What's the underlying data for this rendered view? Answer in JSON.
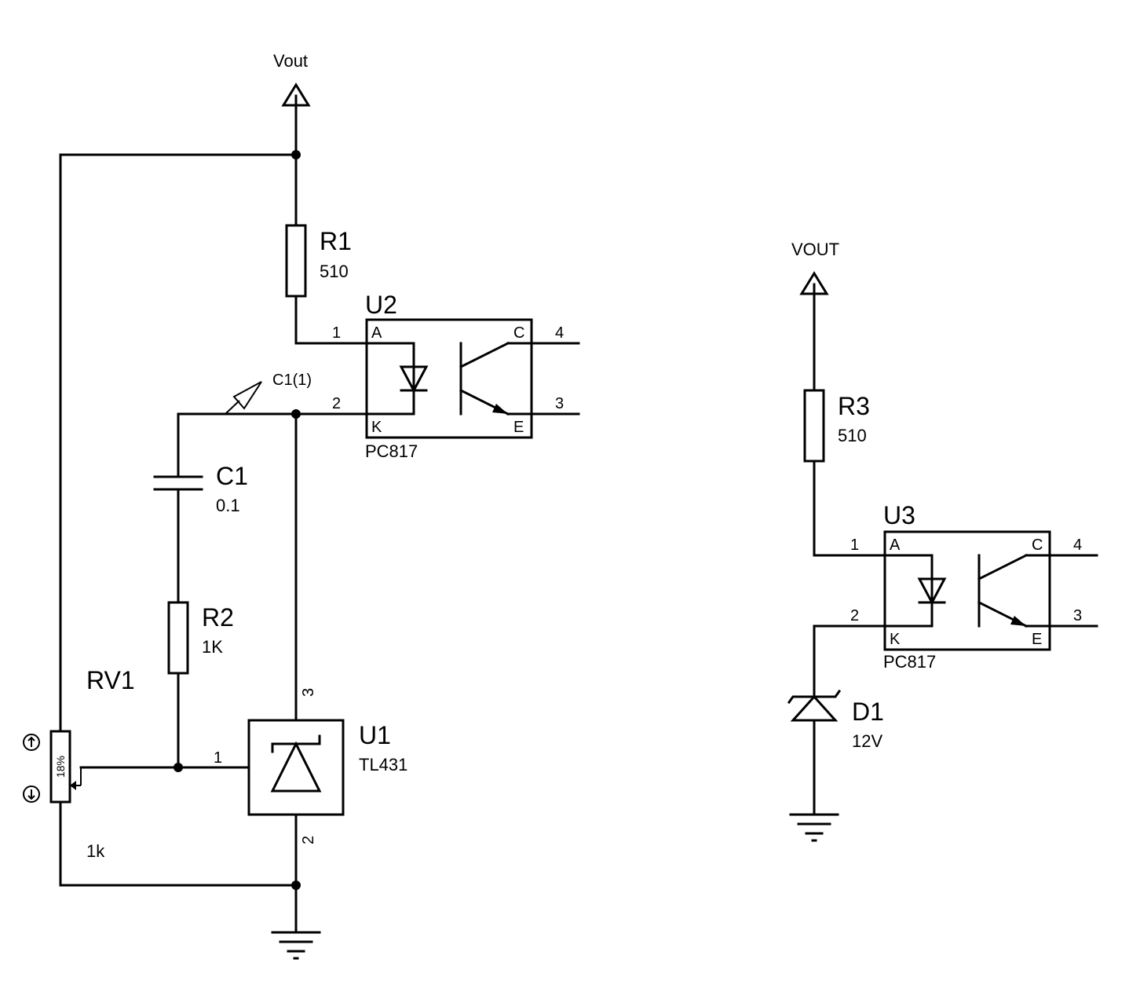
{
  "left_circuit": {
    "power_label": "Vout",
    "r1": {
      "ref": "R1",
      "value": "510"
    },
    "u2": {
      "ref": "U2",
      "part": "PC817",
      "pin_a": "A",
      "pin_k": "K",
      "pin_c": "C",
      "pin_e": "E",
      "num_1": "1",
      "num_2": "2",
      "num_3": "3",
      "num_4": "4"
    },
    "probe": {
      "label": "C1(1)"
    },
    "c1": {
      "ref": "C1",
      "value": "0.1"
    },
    "r2": {
      "ref": "R2",
      "value": "1K"
    },
    "rv1": {
      "ref": "RV1",
      "value": "1k",
      "wiper": "18%"
    },
    "u1": {
      "ref": "U1",
      "part": "TL431",
      "num_1": "1",
      "num_2": "2",
      "num_3": "3"
    }
  },
  "right_circuit": {
    "power_label": "VOUT",
    "r3": {
      "ref": "R3",
      "value": "510"
    },
    "u3": {
      "ref": "U3",
      "part": "PC817",
      "pin_a": "A",
      "pin_k": "K",
      "pin_c": "C",
      "pin_e": "E",
      "num_1": "1",
      "num_2": "2",
      "num_3": "3",
      "num_4": "4"
    },
    "d1": {
      "ref": "D1",
      "value": "12V"
    }
  }
}
